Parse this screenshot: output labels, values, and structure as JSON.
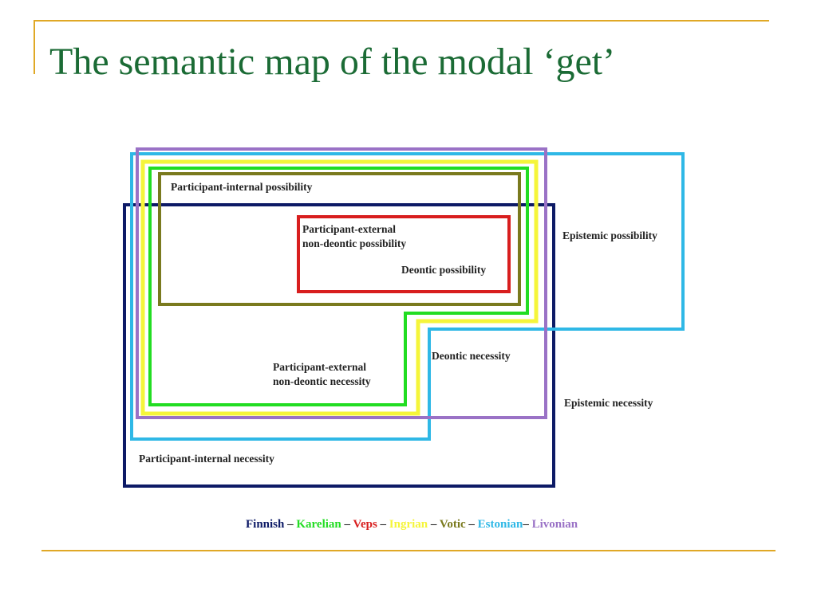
{
  "title": "The semantic map of the modal ‘get’",
  "colors": {
    "accent_line": "#e0a826",
    "title": "#1b6b35",
    "finnish": "#0d1a66",
    "karelian": "#22dd22",
    "veps": "#d81e1e",
    "ingrian": "#f5f53a",
    "votic": "#7a7a1e",
    "estonian": "#2fb8e6",
    "livonian": "#9a72c6"
  },
  "regions": {
    "participant_internal_possibility": "Participant-internal possibility",
    "participant_external_possibility_l1": "Participant-external",
    "participant_external_possibility_l2": "non-deontic possibility",
    "deontic_possibility": "Deontic possibility",
    "epistemic_possibility": "Epistemic possibility",
    "deontic_necessity": "Deontic necessity",
    "participant_external_necessity_l1": "Participant-external",
    "participant_external_necessity_l2": "non-deontic necessity",
    "epistemic_necessity": "Epistemic necessity",
    "participant_internal_necessity": "Participant-internal necessity"
  },
  "legend": {
    "finnish": "Finnish",
    "karelian": "Karelian",
    "veps": "Veps",
    "ingrian": "Ingrian",
    "votic": "Votic",
    "estonian": "Estonian",
    "livonian": "Livonian",
    "separator": "–"
  }
}
